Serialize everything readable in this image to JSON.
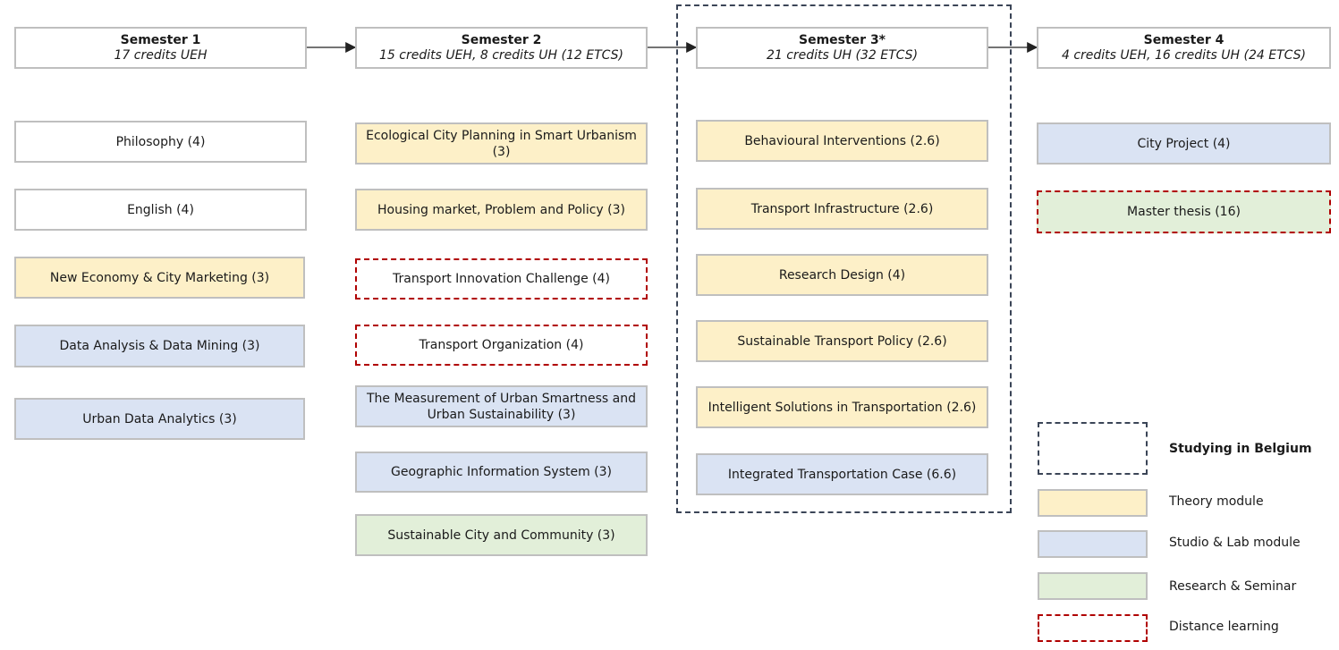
{
  "semesters": [
    {
      "title": "Semester 1",
      "subtitle": "17 credits UEH",
      "modules": [
        "Philosophy (4)",
        "English (4)",
        "New Economy & City Marketing (3)",
        "Data Analysis & Data Mining (3)",
        "Urban Data Analytics (3)"
      ]
    },
    {
      "title": "Semester 2",
      "subtitle": "15 credits UEH, 8 credits UH (12 ETCS)",
      "modules": [
        "Ecological City Planning in Smart Urbanism (3)",
        "Housing market, Problem and Policy (3)",
        "Transport Innovation Challenge (4)",
        "Transport Organization (4)",
        "The Measurement of Urban Smartness and Urban Sustainability (3)",
        "Geographic Information System (3)",
        "Sustainable City and Community (3)"
      ]
    },
    {
      "title": "Semester 3*",
      "subtitle": "21 credits UH (32 ETCS)",
      "modules": [
        "Behavioural Interventions (2.6)",
        "Transport Infrastructure (2.6)",
        "Research Design (4)",
        "Sustainable Transport Policy (2.6)",
        "Intelligent Solutions in Transportation (2.6)",
        "Integrated Transportation Case (6.6)"
      ]
    },
    {
      "title": "Semester 4",
      "subtitle": "4 credits UEH, 16 credits UH (24 ETCS)",
      "modules": [
        "City Project (4)",
        "Master thesis (16)"
      ]
    }
  ],
  "legend": {
    "belgium": "Studying in Belgium",
    "theory": "Theory module",
    "studio": "Studio & Lab module",
    "research": "Research & Seminar",
    "distance": "Distance learning"
  },
  "colors": {
    "theory": "#fdf0c8",
    "studio": "#dae3f3",
    "research": "#e2efd9",
    "distance_border": "#b00000",
    "belgium_border": "#3b4557",
    "box_border": "#bfbfbf"
  }
}
